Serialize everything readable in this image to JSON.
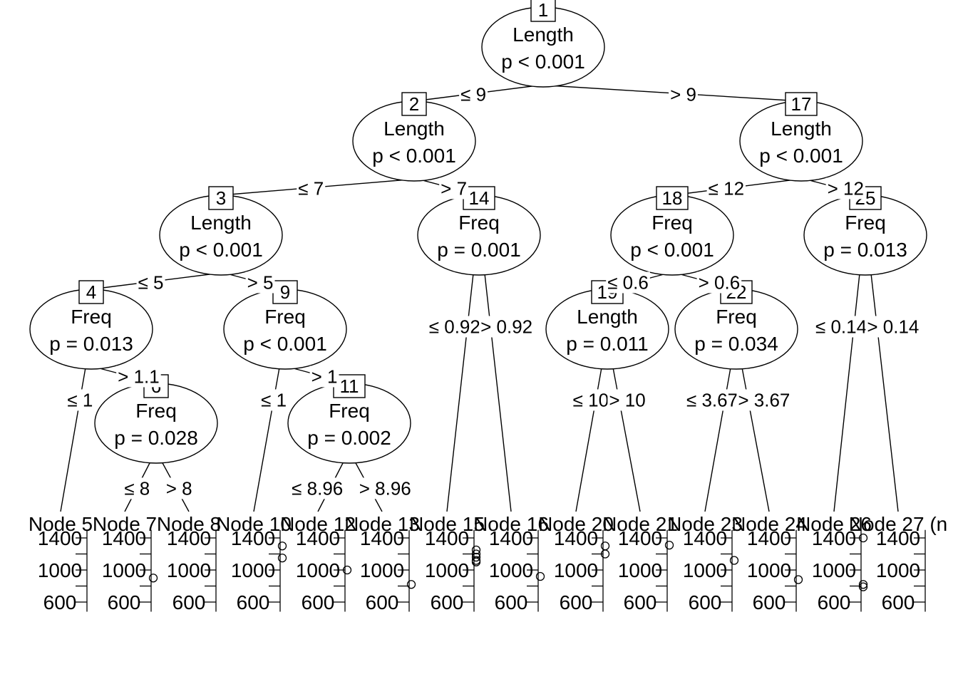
{
  "inner_nodes": [
    {
      "id": "1",
      "variable": "Length",
      "pvalue": "p < 0.001"
    },
    {
      "id": "2",
      "variable": "Length",
      "pvalue": "p < 0.001"
    },
    {
      "id": "3",
      "variable": "Length",
      "pvalue": "p < 0.001"
    },
    {
      "id": "4",
      "variable": "Freq",
      "pvalue": "p = 0.013"
    },
    {
      "id": "6",
      "variable": "Freq",
      "pvalue": "p = 0.028"
    },
    {
      "id": "9",
      "variable": "Freq",
      "pvalue": "p < 0.001"
    },
    {
      "id": "11",
      "variable": "Freq",
      "pvalue": "p = 0.002"
    },
    {
      "id": "14",
      "variable": "Freq",
      "pvalue": "p = 0.001"
    },
    {
      "id": "17",
      "variable": "Length",
      "pvalue": "p < 0.001"
    },
    {
      "id": "18",
      "variable": "Freq",
      "pvalue": "p < 0.001"
    },
    {
      "id": "19",
      "variable": "Length",
      "pvalue": "p = 0.011"
    },
    {
      "id": "22",
      "variable": "Freq",
      "pvalue": "p = 0.034"
    },
    {
      "id": "25",
      "variable": "Freq",
      "pvalue": "p = 0.013"
    }
  ],
  "edge_labels": [
    {
      "from": "1",
      "to": "2",
      "label": "≤ 9"
    },
    {
      "from": "1",
      "to": "17",
      "label": "> 9"
    },
    {
      "from": "2",
      "to": "3",
      "label": "≤ 7"
    },
    {
      "from": "2",
      "to": "14",
      "label": "> 7"
    },
    {
      "from": "3",
      "to": "4",
      "label": "≤ 5"
    },
    {
      "from": "3",
      "to": "9",
      "label": "> 5"
    },
    {
      "from": "4",
      "to": "5",
      "label": "≤ 1"
    },
    {
      "from": "4",
      "to": "6",
      "label": "> 1.1"
    },
    {
      "from": "6",
      "to": "7",
      "label": "≤ 8"
    },
    {
      "from": "6",
      "to": "8",
      "label": "> 8"
    },
    {
      "from": "9",
      "to": "10",
      "label": "≤ 1"
    },
    {
      "from": "9",
      "to": "11",
      "label": "> 1"
    },
    {
      "from": "11",
      "to": "12",
      "label": "≤ 8.96"
    },
    {
      "from": "11",
      "to": "13",
      "label": "> 8.96"
    },
    {
      "from": "14",
      "to": "15",
      "label": "≤ 0.92"
    },
    {
      "from": "14",
      "to": "16",
      "label": "> 0.92"
    },
    {
      "from": "17",
      "to": "18",
      "label": "≤ 12"
    },
    {
      "from": "17",
      "to": "25",
      "label": "> 12"
    },
    {
      "from": "18",
      "to": "19",
      "label": "≤ 0.6"
    },
    {
      "from": "18",
      "to": "22",
      "label": "> 0.6"
    },
    {
      "from": "19",
      "to": "20",
      "label": "≤ 10"
    },
    {
      "from": "19",
      "to": "21",
      "label": "> 10"
    },
    {
      "from": "22",
      "to": "23",
      "label": "≤ 3.67"
    },
    {
      "from": "22",
      "to": "24",
      "label": "> 3.67"
    },
    {
      "from": "25",
      "to": "26",
      "label": "≤ 0.14"
    },
    {
      "from": "25",
      "to": "27",
      "label": "> 0.14"
    }
  ],
  "terminal_nodes": [
    {
      "id": "5",
      "title": "Node 5",
      "values": []
    },
    {
      "id": "7",
      "title": "Node 7",
      "values": [
        900
      ]
    },
    {
      "id": "8",
      "title": "Node 8",
      "values": []
    },
    {
      "id": "10",
      "title": "Node 10",
      "values": [
        1300,
        1150
      ]
    },
    {
      "id": "12",
      "title": "Node 12",
      "values": [
        1000
      ]
    },
    {
      "id": "13",
      "title": "Node 13",
      "values": [
        820
      ]
    },
    {
      "id": "15",
      "title": "Node 15",
      "values": [
        1250,
        1200,
        1160,
        1120,
        1100
      ]
    },
    {
      "id": "16",
      "title": "Node 16",
      "values": [
        920
      ]
    },
    {
      "id": "20",
      "title": "Node 20",
      "values": [
        1300,
        1200
      ]
    },
    {
      "id": "21",
      "title": "Node 21",
      "values": [
        1310
      ]
    },
    {
      "id": "23",
      "title": "Node 23",
      "values": [
        1120
      ]
    },
    {
      "id": "24",
      "title": "Node 24",
      "values": [
        880
      ]
    },
    {
      "id": "26",
      "title": "Node 26",
      "values": [
        1400,
        820,
        790
      ]
    },
    {
      "id": "27",
      "title": "Node 27 (n",
      "values": []
    }
  ],
  "axis": {
    "ticks": [
      1400,
      1000,
      600
    ],
    "minor_ticks": [
      1200,
      800
    ],
    "ylim": [
      480,
      1500
    ]
  }
}
